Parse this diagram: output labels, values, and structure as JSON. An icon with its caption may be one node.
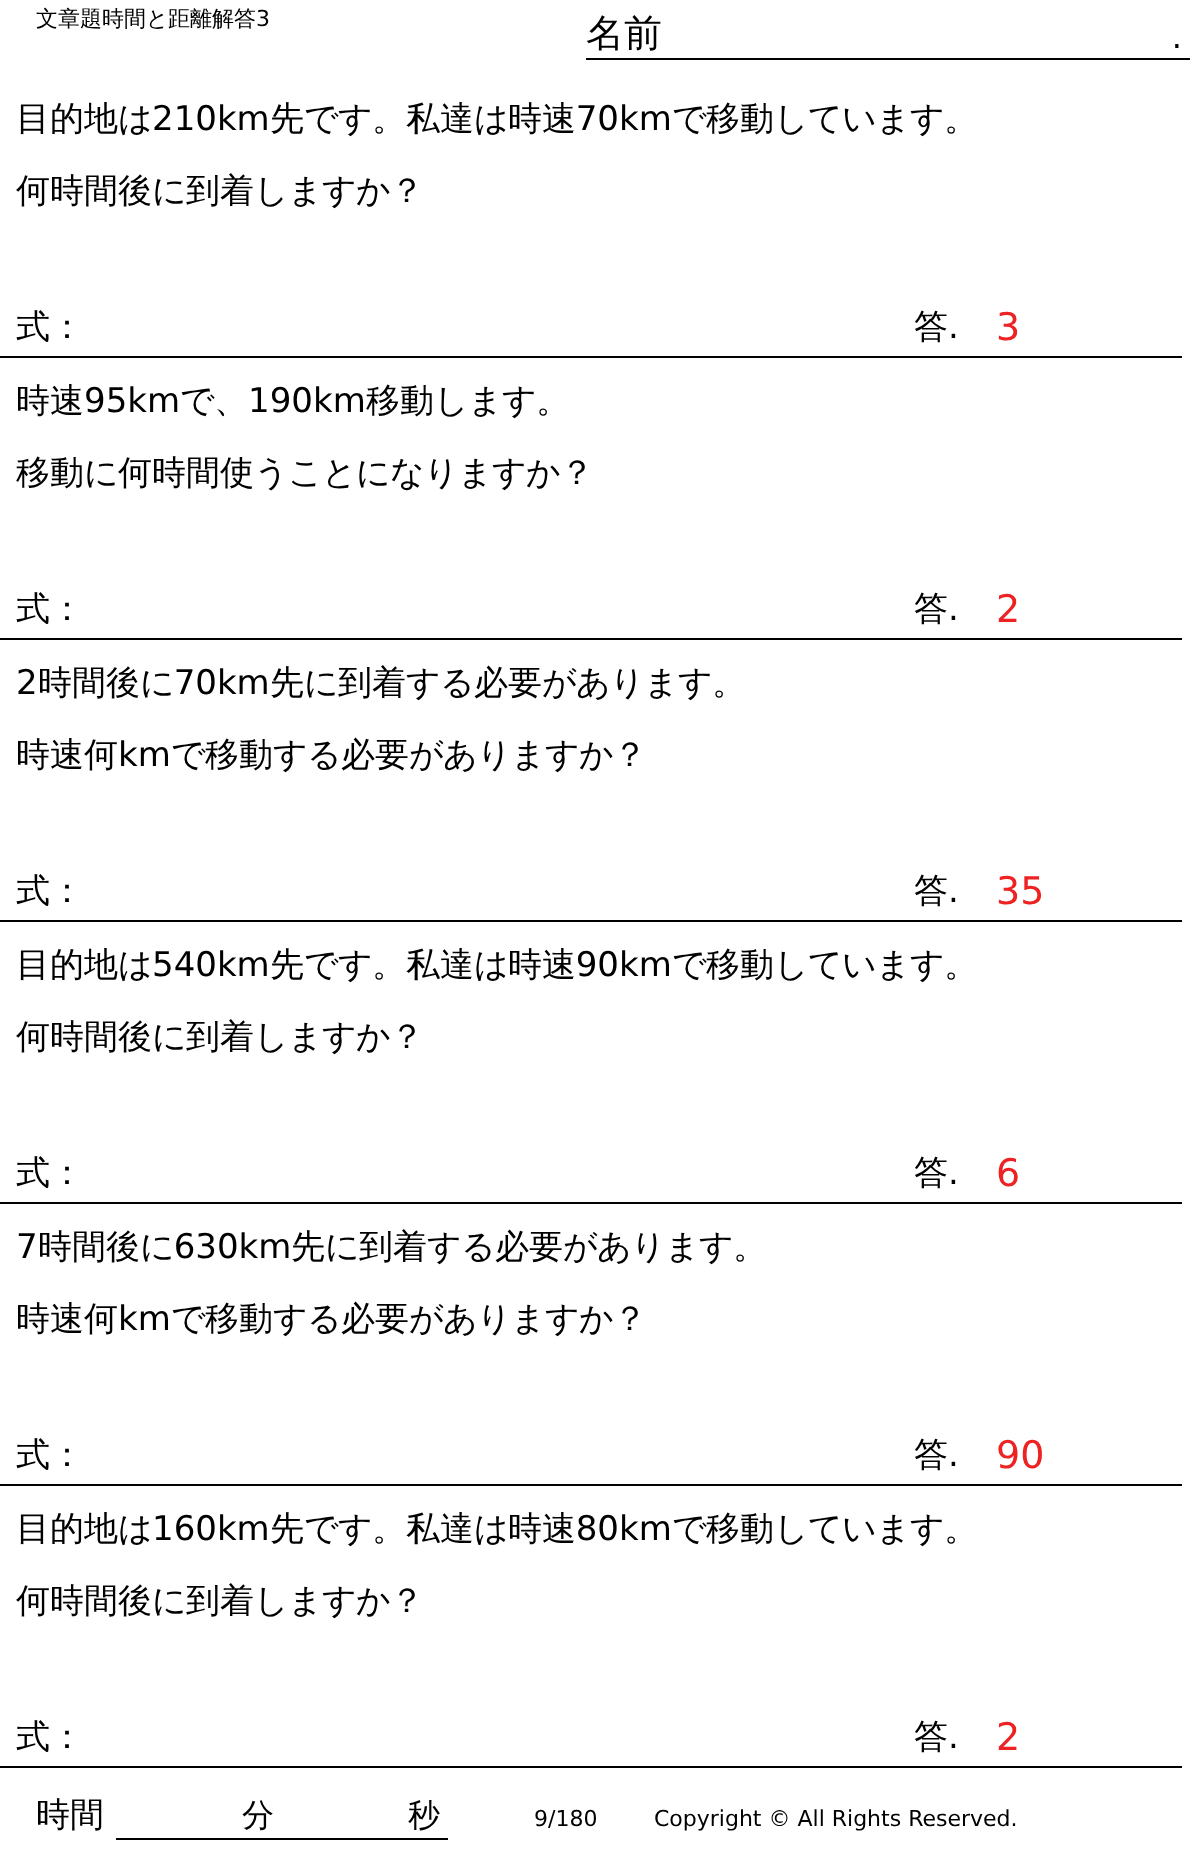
{
  "diagram": {
    "title": "文章題時間と距離解答3",
    "labels": [
      "名前",
      ".",
      "目的地は210km先です。私達は時速70kmで移動しています。",
      "何時間後に到着しますか？",
      "式：",
      "答.",
      "3",
      "時速95kmで、190km移動します。",
      "移動に何時間使うことになりますか？",
      "式：",
      "答.",
      "2",
      "2時間後に70km先に到着する必要があります。",
      "時速何kmで移動する必要がありますか？",
      "式：",
      "答.",
      "35",
      "目的地は540km先です。私達は時速90kmで移動しています。",
      "何時間後に到着しますか？",
      "式：",
      "答.",
      "6",
      "7時間後に630km先に到着する必要があります。",
      "時速何kmで移動する必要がありますか？",
      "式：",
      "答.",
      "90",
      "目的地は160km先です。私達は時速80kmで移動しています。",
      "何時間後に到着しますか？",
      "式：",
      "答.",
      "2",
      "時間",
      "分",
      "秒",
      "9/180",
      "Copyright © All Rights Reserved."
    ]
  }
}
